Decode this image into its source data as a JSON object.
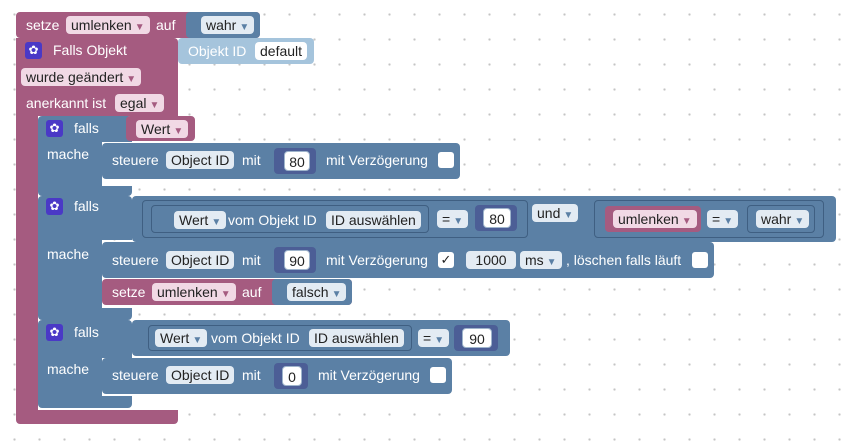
{
  "colors": {
    "variable": "#a55b80",
    "control": "#5b80a5",
    "trigger": "#a5c4dc",
    "gear": "#4a39c6"
  },
  "set_var_top": {
    "keyword": "setze",
    "variable": "umlenken",
    "to": "auf",
    "value": "wahr"
  },
  "trigger": {
    "title": "Falls Objekt",
    "object_label": "Objekt ID",
    "object_value": "default",
    "changed": "wurde geändert",
    "ack_label": "anerkannt ist",
    "ack_value": "egal"
  },
  "if1": {
    "falls": "falls",
    "mache": "mache",
    "condition": "Wert",
    "control": {
      "keyword": "steuere",
      "object": "Object ID",
      "mit": "mit",
      "value": "80",
      "delay_label": "mit Verzögerung"
    }
  },
  "if2": {
    "falls": "falls",
    "mache": "mache",
    "cond_left": {
      "value_field": "Wert",
      "from": "vom Objekt ID",
      "select": "ID auswählen",
      "op": "=",
      "number": "80"
    },
    "und": "und",
    "cond_right": {
      "variable": "umlenken",
      "op": "=",
      "value": "wahr"
    },
    "control": {
      "keyword": "steuere",
      "object": "Object ID",
      "mit": "mit",
      "value": "90",
      "delay_label": "mit Verzögerung",
      "delay_check": "✓",
      "delay_value": "1000",
      "unit": "ms",
      "clear_label": ", löschen falls läuft"
    },
    "set_var": {
      "keyword": "setze",
      "variable": "umlenken",
      "to": "auf",
      "value": "falsch"
    }
  },
  "if3": {
    "falls": "falls",
    "mache": "mache",
    "cond": {
      "value_field": "Wert",
      "from": "vom Objekt ID",
      "select": "ID auswählen",
      "op": "=",
      "number": "90"
    },
    "control": {
      "keyword": "steuere",
      "object": "Object ID",
      "mit": "mit",
      "value": "0",
      "delay_label": "mit Verzögerung"
    }
  }
}
